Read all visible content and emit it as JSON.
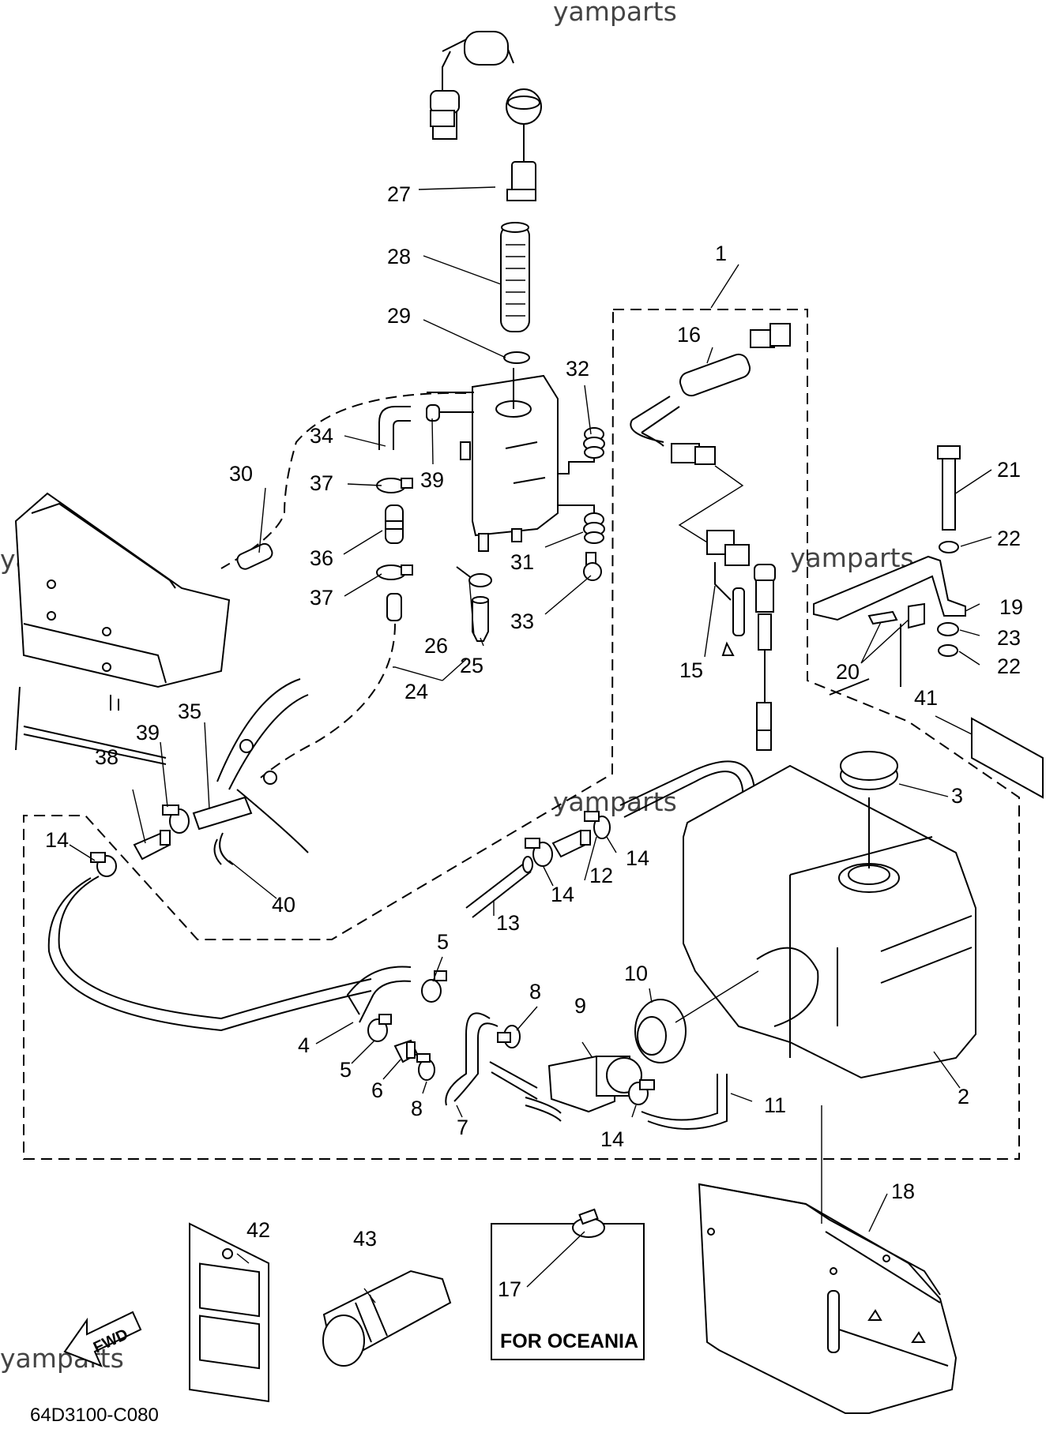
{
  "watermark": "yamparts",
  "diagram_code": "64D3100-C080",
  "oceania_label": "FOR OCEANIA",
  "fwd_label": "FWD",
  "callouts": [
    {
      "n": "1"
    },
    {
      "n": "2"
    },
    {
      "n": "3"
    },
    {
      "n": "4"
    },
    {
      "n": "5"
    },
    {
      "n": "5"
    },
    {
      "n": "6"
    },
    {
      "n": "7"
    },
    {
      "n": "8"
    },
    {
      "n": "8"
    },
    {
      "n": "9"
    },
    {
      "n": "10"
    },
    {
      "n": "11"
    },
    {
      "n": "12"
    },
    {
      "n": "13"
    },
    {
      "n": "14"
    },
    {
      "n": "14"
    },
    {
      "n": "14"
    },
    {
      "n": "14"
    },
    {
      "n": "15"
    },
    {
      "n": "16"
    },
    {
      "n": "17"
    },
    {
      "n": "18"
    },
    {
      "n": "19"
    },
    {
      "n": "20"
    },
    {
      "n": "21"
    },
    {
      "n": "22"
    },
    {
      "n": "22"
    },
    {
      "n": "23"
    },
    {
      "n": "24"
    },
    {
      "n": "25"
    },
    {
      "n": "26"
    },
    {
      "n": "27"
    },
    {
      "n": "28"
    },
    {
      "n": "29"
    },
    {
      "n": "30"
    },
    {
      "n": "31"
    },
    {
      "n": "32"
    },
    {
      "n": "33"
    },
    {
      "n": "34"
    },
    {
      "n": "35"
    },
    {
      "n": "36"
    },
    {
      "n": "37"
    },
    {
      "n": "37"
    },
    {
      "n": "38"
    },
    {
      "n": "39"
    },
    {
      "n": "39"
    },
    {
      "n": "40"
    },
    {
      "n": "41"
    },
    {
      "n": "42"
    },
    {
      "n": "43"
    }
  ]
}
